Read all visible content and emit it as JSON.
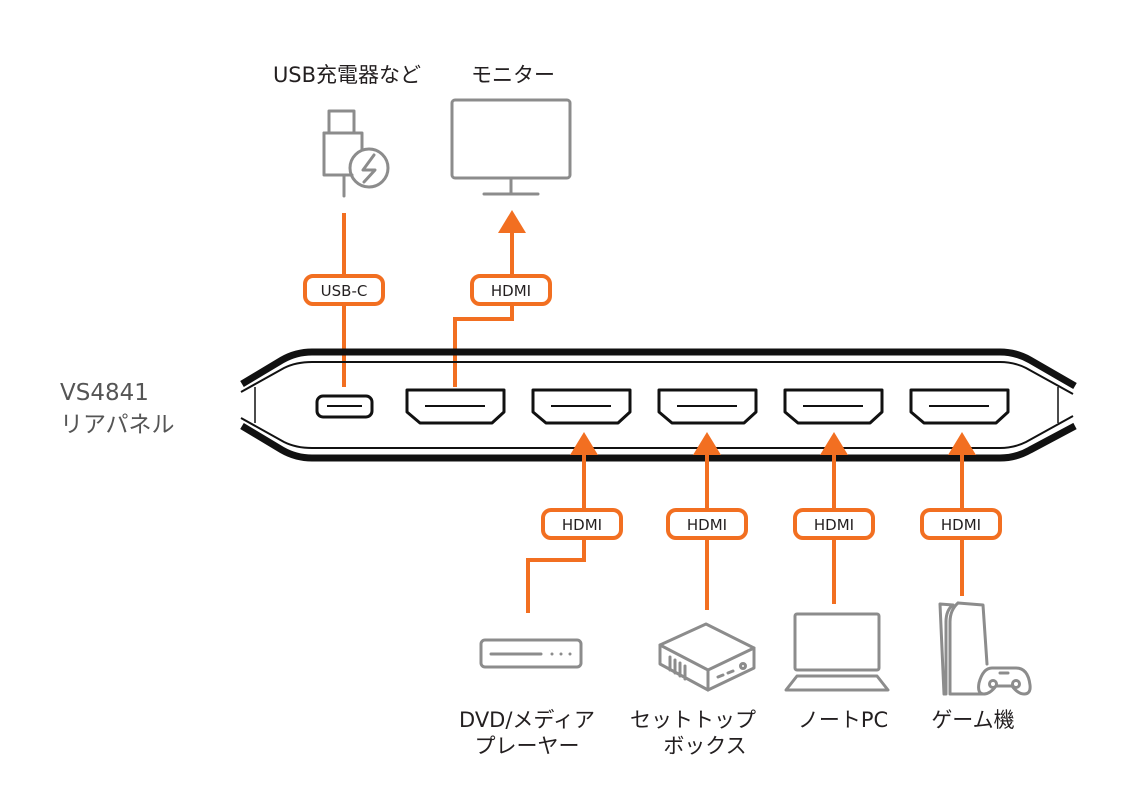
{
  "colors": {
    "accent": "#f26f21",
    "device_icon": "#8c8c8c",
    "panel_outline": "#111111",
    "text": "#231f20"
  },
  "panel": {
    "model": "VS4841",
    "label": "リアパネル"
  },
  "ports": [
    {
      "type": "USB-C",
      "cable_label": "USB-C",
      "device": "USB充電器など",
      "device_icon": "usb-charger-icon",
      "direction": "in"
    },
    {
      "type": "HDMI",
      "cable_label": "HDMI",
      "device": "モニター",
      "device_icon": "monitor-icon",
      "direction": "out"
    },
    {
      "type": "HDMI",
      "cable_label": "HDMI",
      "device": "DVD/メディアプレーヤー",
      "device_lines": [
        "DVD/メディア",
        "プレーヤー"
      ],
      "device_icon": "media-player-icon",
      "direction": "in"
    },
    {
      "type": "HDMI",
      "cable_label": "HDMI",
      "device": "セットトップボックス",
      "device_lines": [
        "セットトップ",
        "ボックス"
      ],
      "device_icon": "set-top-box-icon",
      "direction": "in"
    },
    {
      "type": "HDMI",
      "cable_label": "HDMI",
      "device": "ノートPC",
      "device_lines": [
        "ノートPC"
      ],
      "device_icon": "laptop-icon",
      "direction": "in"
    },
    {
      "type": "HDMI",
      "cable_label": "HDMI",
      "device": "ゲーム機",
      "device_lines": [
        "ゲーム機"
      ],
      "device_icon": "game-console-icon",
      "direction": "in"
    }
  ]
}
